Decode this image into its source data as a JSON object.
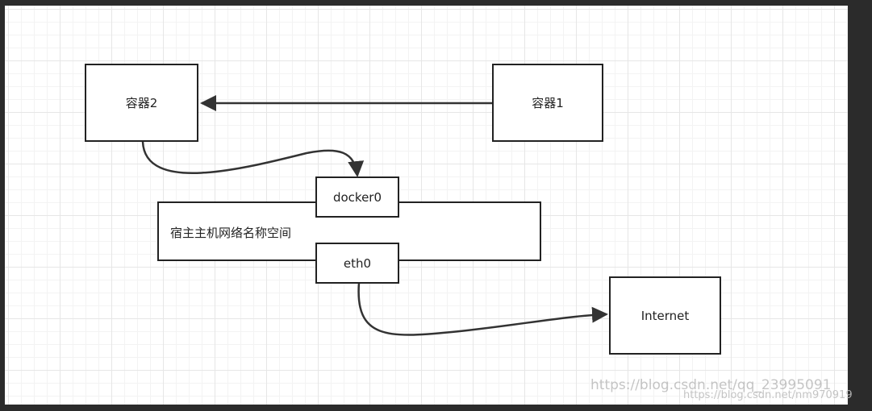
{
  "diagram": {
    "nodes": {
      "container2": "容器2",
      "container1": "容器1",
      "docker0": "docker0",
      "host_namespace": "宿主主机网络名称空间",
      "eth0": "eth0",
      "internet": "Internet"
    },
    "edges": [
      {
        "from": "container1",
        "to": "container2"
      },
      {
        "from": "container2",
        "to": "docker0"
      },
      {
        "from": "eth0",
        "to": "internet"
      }
    ]
  },
  "watermark": {
    "primary": "https://blog.csdn.net/qq_23995091",
    "secondary": "https://blog.csdn.net/nm970919"
  },
  "colors": {
    "background": "#2b2b2b",
    "canvas": "#ffffff",
    "stroke": "#222222"
  }
}
